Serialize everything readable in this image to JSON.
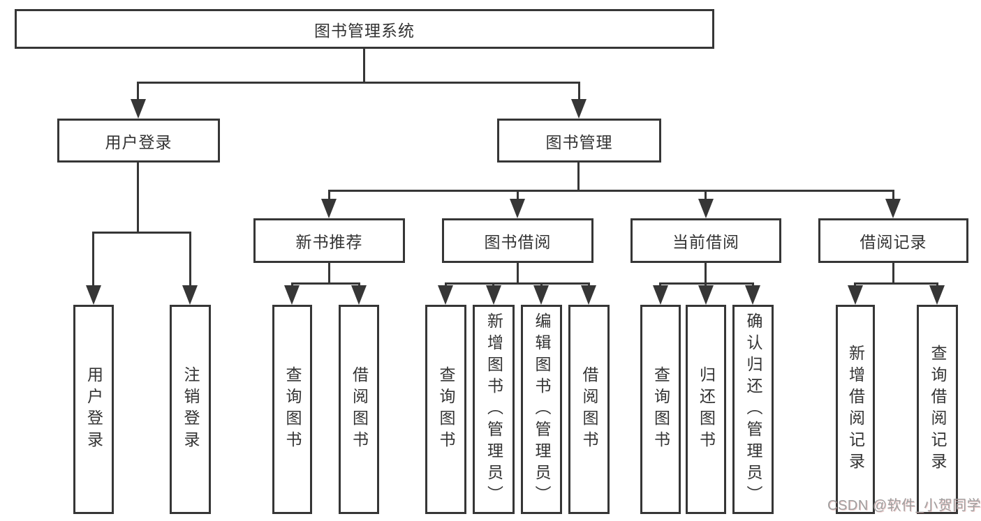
{
  "tree": {
    "root": {
      "label": "图书管理系统"
    },
    "branches": [
      {
        "label": "用户登录",
        "children": [
          "用户登录",
          "注销登录"
        ]
      },
      {
        "label": "图书管理",
        "children": [
          {
            "label": "新书推荐",
            "children": [
              "查询图书",
              "借阅图书"
            ]
          },
          {
            "label": "图书借阅",
            "children": [
              "查询图书",
              "新增图书（管理员）",
              "编辑图书（管理员）",
              "借阅图书"
            ]
          },
          {
            "label": "当前借阅",
            "children": [
              "查询图书",
              "归还图书",
              "确认归还（管理员）"
            ]
          },
          {
            "label": "借阅记录",
            "children": [
              "新增借阅记录",
              "查询借阅记录"
            ]
          }
        ]
      }
    ]
  },
  "watermark": "CSDN @软件_小贺同学",
  "colors": {
    "line": "#363636",
    "box_bg": "#ffffff",
    "text": "#333333",
    "watermark": "#a0a0a0"
  }
}
